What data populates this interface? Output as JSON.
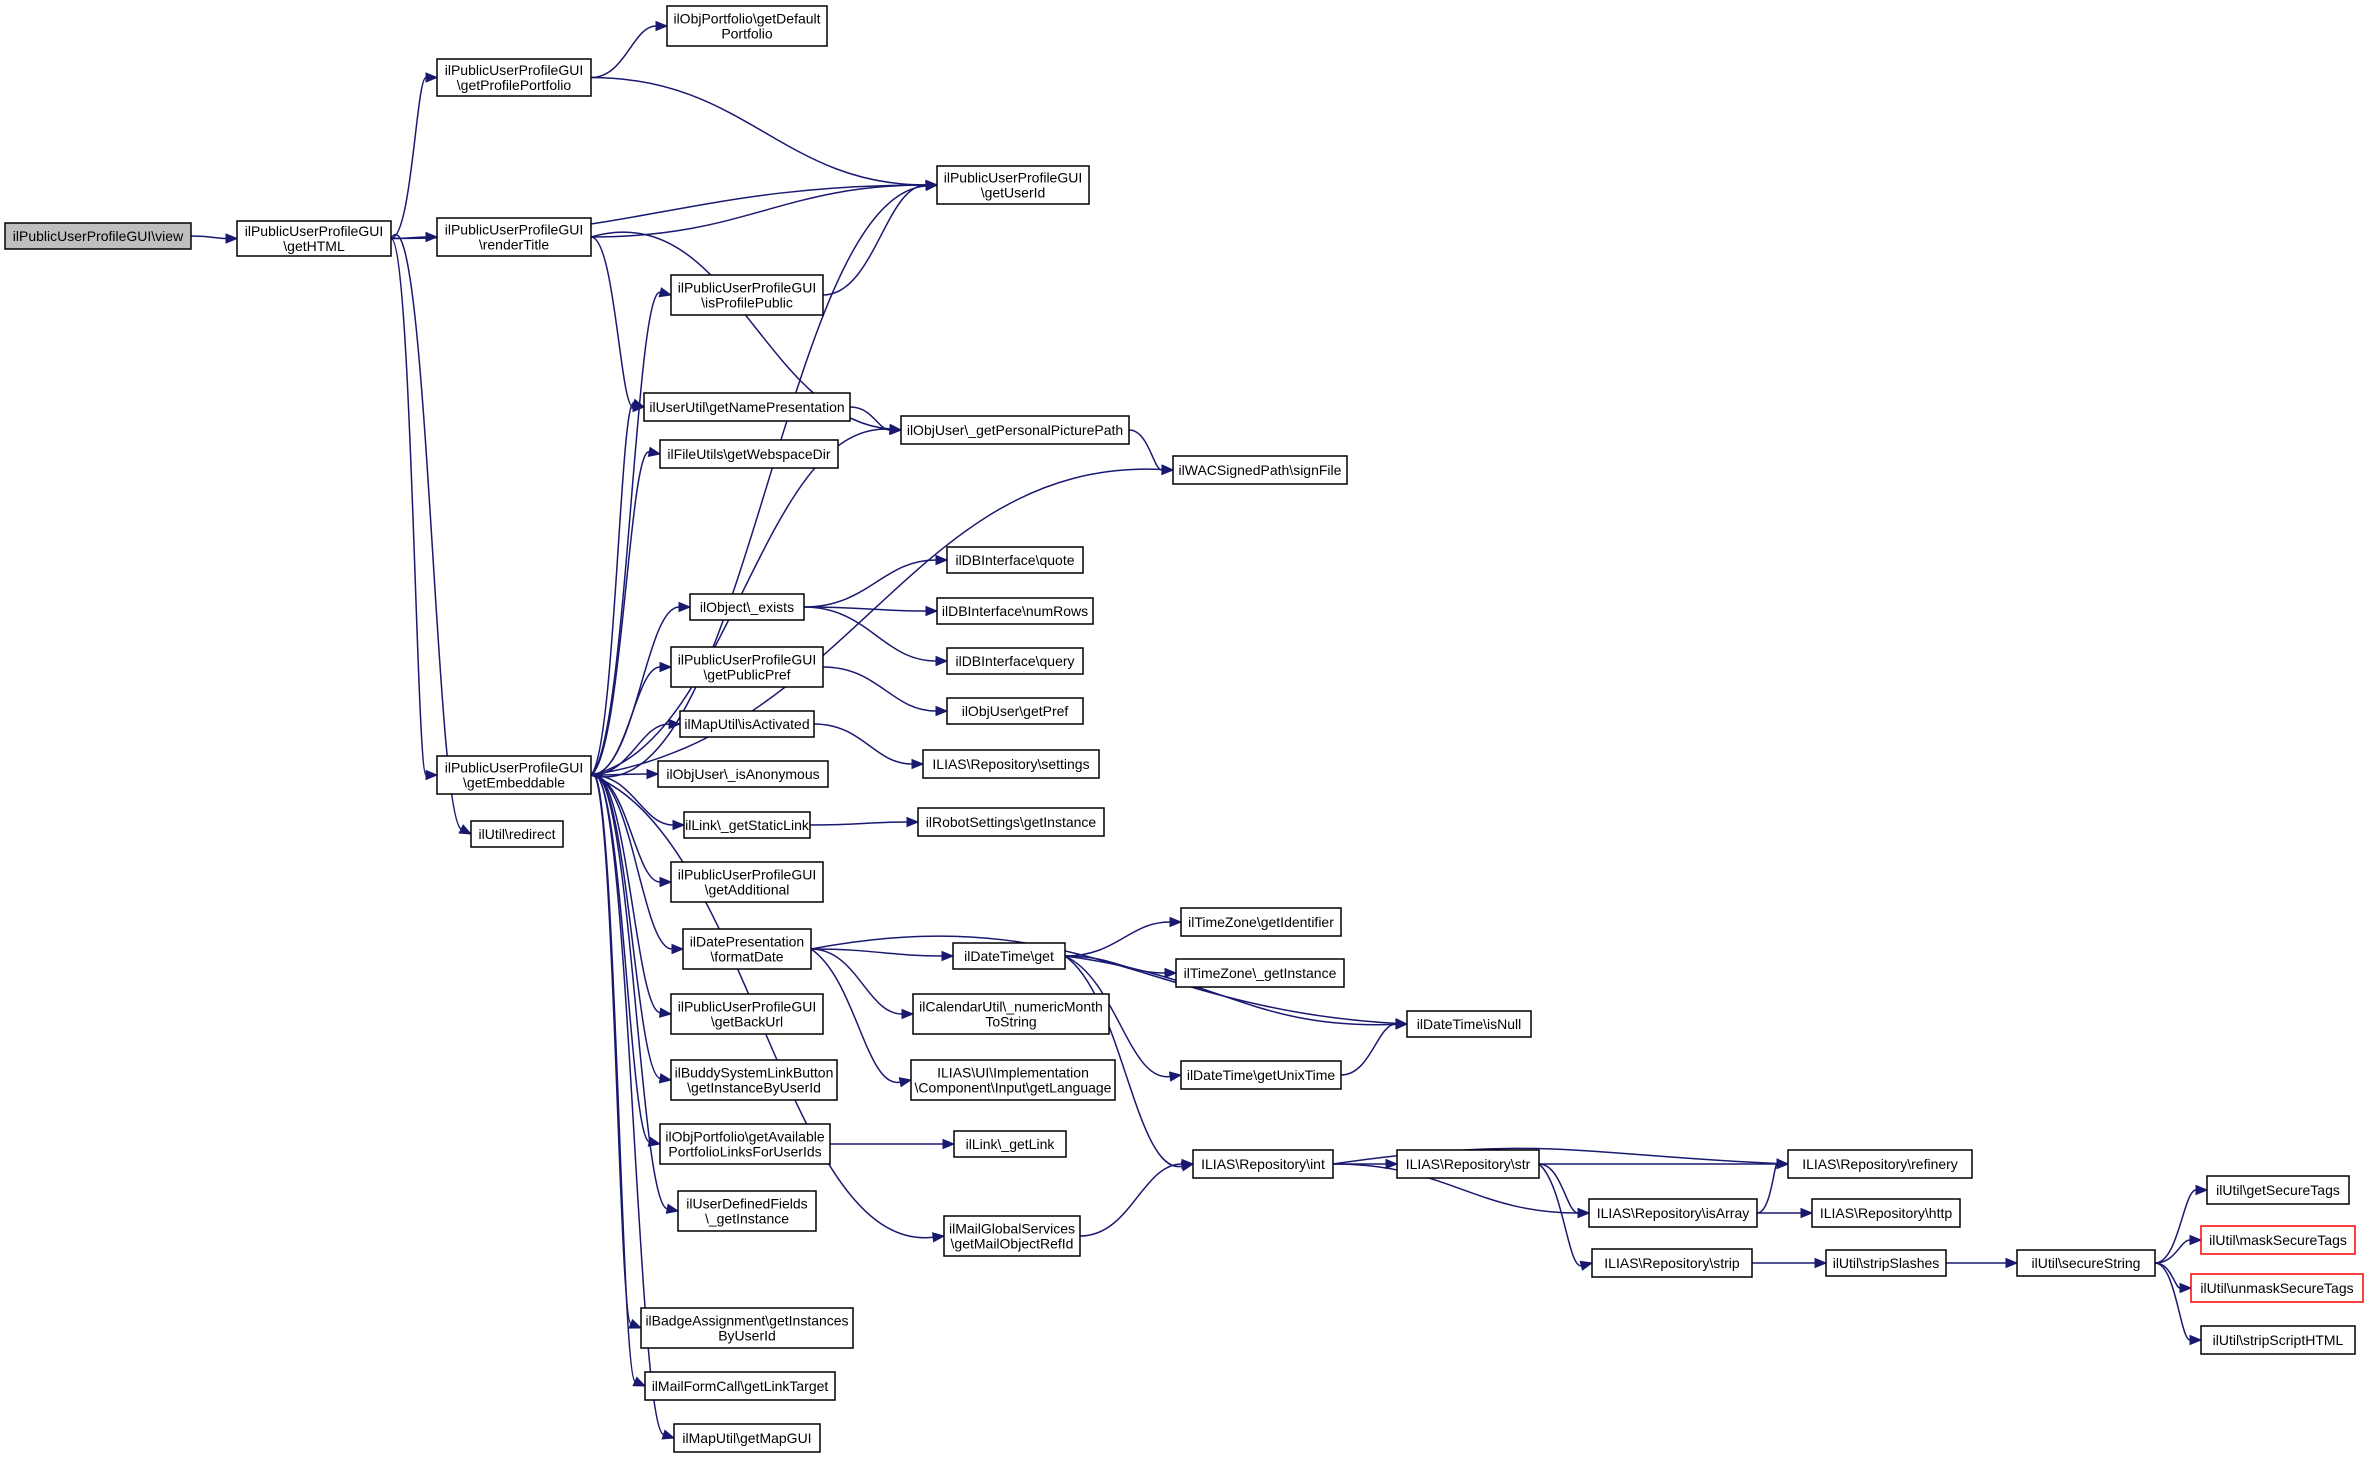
{
  "diagram": {
    "nodes": {
      "view": {
        "lines": [
          "ilPublicUserProfileGUI\\view"
        ],
        "root": true
      },
      "getHTML": {
        "lines": [
          "ilPublicUserProfileGUI",
          "\\getHTML"
        ]
      },
      "getProfilePortfolio": {
        "lines": [
          "ilPublicUserProfileGUI",
          "\\getProfilePortfolio"
        ]
      },
      "getDefaultPortfolio": {
        "lines": [
          "ilObjPortfolio\\getDefault",
          "Portfolio"
        ]
      },
      "renderTitle": {
        "lines": [
          "ilPublicUserProfileGUI",
          "\\renderTitle"
        ]
      },
      "getUserId": {
        "lines": [
          "ilPublicUserProfileGUI",
          "\\getUserId"
        ]
      },
      "isProfilePublic": {
        "lines": [
          "ilPublicUserProfileGUI",
          "\\isProfilePublic"
        ]
      },
      "getNamePresentation": {
        "lines": [
          "ilUserUtil\\getNamePresentation"
        ]
      },
      "getPersonalPicturePath": {
        "lines": [
          "ilObjUser\\_getPersonalPicturePath"
        ]
      },
      "getWebspaceDir": {
        "lines": [
          "ilFileUtils\\getWebspaceDir"
        ]
      },
      "signFile": {
        "lines": [
          "ilWACSignedPath\\signFile"
        ]
      },
      "exists": {
        "lines": [
          "ilObject\\_exists"
        ]
      },
      "quote": {
        "lines": [
          "ilDBInterface\\quote"
        ]
      },
      "numRows": {
        "lines": [
          "ilDBInterface\\numRows"
        ]
      },
      "query": {
        "lines": [
          "ilDBInterface\\query"
        ]
      },
      "getPublicPref": {
        "lines": [
          "ilPublicUserProfileGUI",
          "\\getPublicPref"
        ]
      },
      "getPref": {
        "lines": [
          "ilObjUser\\getPref"
        ]
      },
      "isActivated": {
        "lines": [
          "ilMapUtil\\isActivated"
        ]
      },
      "settings": {
        "lines": [
          "ILIAS\\Repository\\settings"
        ]
      },
      "getEmbeddable": {
        "lines": [
          "ilPublicUserProfileGUI",
          "\\getEmbeddable"
        ]
      },
      "isAnonymous": {
        "lines": [
          "ilObjUser\\_isAnonymous"
        ]
      },
      "getStaticLink": {
        "lines": [
          "ilLink\\_getStaticLink"
        ]
      },
      "robotGetInstance": {
        "lines": [
          "ilRobotSettings\\getInstance"
        ]
      },
      "redirect": {
        "lines": [
          "ilUtil\\redirect"
        ]
      },
      "getAdditional": {
        "lines": [
          "ilPublicUserProfileGUI",
          "\\getAdditional"
        ]
      },
      "formatDate": {
        "lines": [
          "ilDatePresentation",
          "\\formatDate"
        ]
      },
      "dtGet": {
        "lines": [
          "ilDateTime\\get"
        ]
      },
      "tzGetIdentifier": {
        "lines": [
          "ilTimeZone\\getIdentifier"
        ]
      },
      "tzGetInstance": {
        "lines": [
          "ilTimeZone\\_getInstance"
        ]
      },
      "getBackUrl": {
        "lines": [
          "ilPublicUserProfileGUI",
          "\\getBackUrl"
        ]
      },
      "numericMonth": {
        "lines": [
          "ilCalendarUtil\\_numericMonth",
          "ToString"
        ]
      },
      "isNull": {
        "lines": [
          "ilDateTime\\isNull"
        ]
      },
      "getUnixTime": {
        "lines": [
          "ilDateTime\\getUnixTime"
        ]
      },
      "buddy": {
        "lines": [
          "ilBuddySystemLinkButton",
          "\\getInstanceByUserId"
        ]
      },
      "getLanguage": {
        "lines": [
          "ILIAS\\UI\\Implementation",
          "\\Component\\Input\\getLanguage"
        ]
      },
      "availablePortfolio": {
        "lines": [
          "ilObjPortfolio\\getAvailable",
          "PortfolioLinksForUserIds"
        ]
      },
      "getLink": {
        "lines": [
          "ilLink\\_getLink"
        ]
      },
      "repoInt": {
        "lines": [
          "ILIAS\\Repository\\int"
        ]
      },
      "repoStr": {
        "lines": [
          "ILIAS\\Repository\\str"
        ]
      },
      "refinery": {
        "lines": [
          "ILIAS\\Repository\\refinery"
        ]
      },
      "userDefined": {
        "lines": [
          "ilUserDefinedFields",
          "\\_getInstance"
        ]
      },
      "isArray": {
        "lines": [
          "ILIAS\\Repository\\isArray"
        ]
      },
      "http": {
        "lines": [
          "ILIAS\\Repository\\http"
        ]
      },
      "getSecureTags": {
        "lines": [
          "ilUtil\\getSecureTags"
        ]
      },
      "mailRefId": {
        "lines": [
          "ilMailGlobalServices",
          "\\getMailObjectRefId"
        ]
      },
      "maskSecureTags": {
        "lines": [
          "ilUtil\\maskSecureTags"
        ],
        "truncated": true
      },
      "repoStrip": {
        "lines": [
          "ILIAS\\Repository\\strip"
        ]
      },
      "stripSlashes": {
        "lines": [
          "ilUtil\\stripSlashes"
        ]
      },
      "secureString": {
        "lines": [
          "ilUtil\\secureString"
        ]
      },
      "unmaskSecureTags": {
        "lines": [
          "ilUtil\\unmaskSecureTags"
        ],
        "truncated": true
      },
      "stripScriptHTML": {
        "lines": [
          "ilUtil\\stripScriptHTML"
        ]
      },
      "badge": {
        "lines": [
          "ilBadgeAssignment\\getInstances",
          "ByUserId"
        ]
      },
      "mailForm": {
        "lines": [
          "ilMailFormCall\\getLinkTarget"
        ]
      },
      "getMapGUI": {
        "lines": [
          "ilMapUtil\\getMapGUI"
        ]
      }
    },
    "edges": [
      [
        "view",
        "getHTML"
      ],
      [
        "getHTML",
        "getProfilePortfolio"
      ],
      [
        "getHTML",
        "getUserId"
      ],
      [
        "getHTML",
        "renderTitle"
      ],
      [
        "getHTML",
        "getEmbeddable"
      ],
      [
        "getHTML",
        "redirect"
      ],
      [
        "getProfilePortfolio",
        "getDefaultPortfolio"
      ],
      [
        "getProfilePortfolio",
        "getUserId"
      ],
      [
        "renderTitle",
        "getUserId"
      ],
      [
        "renderTitle",
        "getNamePresentation"
      ],
      [
        "renderTitle",
        "getPersonalPicturePath"
      ],
      [
        "isProfilePublic",
        "getUserId"
      ],
      [
        "getNamePresentation",
        "getPersonalPicturePath"
      ],
      [
        "getPersonalPicturePath",
        "signFile"
      ],
      [
        "exists",
        "quote"
      ],
      [
        "exists",
        "numRows"
      ],
      [
        "exists",
        "query"
      ],
      [
        "getPublicPref",
        "getPref"
      ],
      [
        "isActivated",
        "settings"
      ],
      [
        "getStaticLink",
        "robotGetInstance"
      ],
      [
        "getEmbeddable",
        "getUserId"
      ],
      [
        "getEmbeddable",
        "isProfilePublic"
      ],
      [
        "getEmbeddable",
        "getNamePresentation"
      ],
      [
        "getEmbeddable",
        "getWebspaceDir"
      ],
      [
        "getEmbeddable",
        "getPersonalPicturePath"
      ],
      [
        "getEmbeddable",
        "signFile"
      ],
      [
        "getEmbeddable",
        "exists"
      ],
      [
        "getEmbeddable",
        "getPublicPref"
      ],
      [
        "getEmbeddable",
        "isActivated"
      ],
      [
        "getEmbeddable",
        "isAnonymous"
      ],
      [
        "getEmbeddable",
        "getStaticLink"
      ],
      [
        "getEmbeddable",
        "getAdditional"
      ],
      [
        "getEmbeddable",
        "formatDate"
      ],
      [
        "getEmbeddable",
        "getBackUrl"
      ],
      [
        "getEmbeddable",
        "buddy"
      ],
      [
        "getEmbeddable",
        "availablePortfolio"
      ],
      [
        "getEmbeddable",
        "userDefined"
      ],
      [
        "getEmbeddable",
        "mailRefId"
      ],
      [
        "getEmbeddable",
        "badge"
      ],
      [
        "getEmbeddable",
        "mailForm"
      ],
      [
        "getEmbeddable",
        "getMapGUI"
      ],
      [
        "formatDate",
        "isNull"
      ],
      [
        "formatDate",
        "dtGet"
      ],
      [
        "formatDate",
        "numericMonth"
      ],
      [
        "formatDate",
        "getLanguage"
      ],
      [
        "dtGet",
        "tzGetIdentifier"
      ],
      [
        "dtGet",
        "tzGetInstance"
      ],
      [
        "dtGet",
        "isNull"
      ],
      [
        "dtGet",
        "getUnixTime"
      ],
      [
        "dtGet",
        "repoInt"
      ],
      [
        "getUnixTime",
        "isNull"
      ],
      [
        "availablePortfolio",
        "getLink"
      ],
      [
        "mailRefId",
        "repoInt"
      ],
      [
        "repoInt",
        "refinery"
      ],
      [
        "repoInt",
        "repoStr"
      ],
      [
        "repoInt",
        "isArray"
      ],
      [
        "repoStr",
        "refinery"
      ],
      [
        "repoStr",
        "isArray"
      ],
      [
        "repoStr",
        "repoStrip"
      ],
      [
        "isArray",
        "refinery"
      ],
      [
        "isArray",
        "http"
      ],
      [
        "repoStrip",
        "stripSlashes"
      ],
      [
        "stripSlashes",
        "secureString"
      ],
      [
        "secureString",
        "getSecureTags"
      ],
      [
        "secureString",
        "maskSecureTags"
      ],
      [
        "secureString",
        "unmaskSecureTags"
      ],
      [
        "secureString",
        "stripScriptHTML"
      ]
    ]
  }
}
